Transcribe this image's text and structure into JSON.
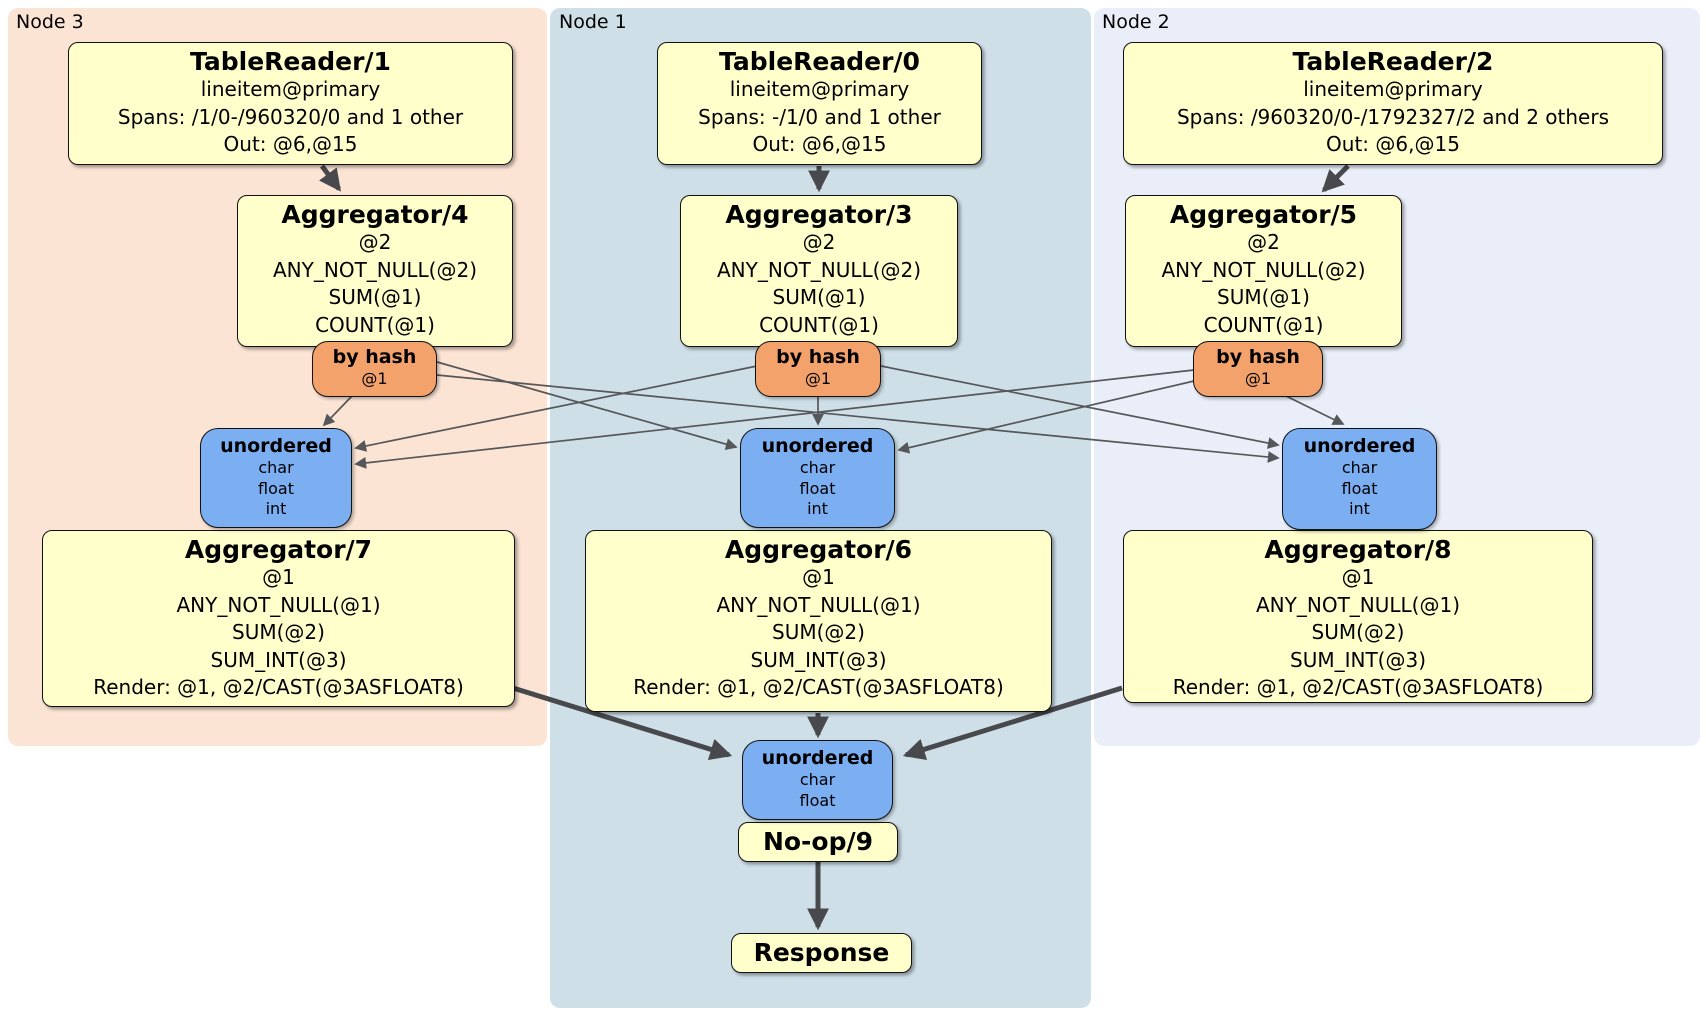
{
  "panels": {
    "node3": {
      "label": "Node 3"
    },
    "node1": {
      "label": "Node 1"
    },
    "node2": {
      "label": "Node 2"
    }
  },
  "processors": {
    "tablereader1": {
      "title": "TableReader/1",
      "lines": [
        "lineitem@primary",
        "Spans: /1/0-/960320/0 and 1 other",
        "Out: @6,@15"
      ]
    },
    "tablereader0": {
      "title": "TableReader/0",
      "lines": [
        "lineitem@primary",
        "Spans: -/1/0 and 1 other",
        "Out: @6,@15"
      ]
    },
    "tablereader2": {
      "title": "TableReader/2",
      "lines": [
        "lineitem@primary",
        "Spans: /960320/0-/1792327/2 and 2 others",
        "Out: @6,@15"
      ]
    },
    "aggregator4": {
      "title": "Aggregator/4",
      "lines": [
        "@2",
        "ANY_NOT_NULL(@2)",
        "SUM(@1)",
        "COUNT(@1)"
      ]
    },
    "aggregator3": {
      "title": "Aggregator/3",
      "lines": [
        "@2",
        "ANY_NOT_NULL(@2)",
        "SUM(@1)",
        "COUNT(@1)"
      ]
    },
    "aggregator5": {
      "title": "Aggregator/5",
      "lines": [
        "@2",
        "ANY_NOT_NULL(@2)",
        "SUM(@1)",
        "COUNT(@1)"
      ]
    },
    "aggregator7": {
      "title": "Aggregator/7",
      "lines": [
        "@1",
        "ANY_NOT_NULL(@1)",
        "SUM(@2)",
        "SUM_INT(@3)",
        "Render: @1, @2/CAST(@3ASFLOAT8)"
      ]
    },
    "aggregator6": {
      "title": "Aggregator/6",
      "lines": [
        "@1",
        "ANY_NOT_NULL(@1)",
        "SUM(@2)",
        "SUM_INT(@3)",
        "Render: @1, @2/CAST(@3ASFLOAT8)"
      ]
    },
    "aggregator8": {
      "title": "Aggregator/8",
      "lines": [
        "@1",
        "ANY_NOT_NULL(@1)",
        "SUM(@2)",
        "SUM_INT(@3)",
        "Render: @1, @2/CAST(@3ASFLOAT8)"
      ]
    },
    "noop": {
      "title": "No-op/9"
    },
    "response": {
      "title": "Response"
    }
  },
  "routers": {
    "byhash3": {
      "title": "by hash",
      "subtitle": "@1"
    },
    "byhash1": {
      "title": "by hash",
      "subtitle": "@1"
    },
    "byhash2": {
      "title": "by hash",
      "subtitle": "@1"
    }
  },
  "syncs": {
    "unordered3": {
      "title": "unordered",
      "lines": [
        "char",
        "float",
        "int"
      ]
    },
    "unordered1": {
      "title": "unordered",
      "lines": [
        "char",
        "float",
        "int"
      ]
    },
    "unordered2": {
      "title": "unordered",
      "lines": [
        "char",
        "float",
        "int"
      ]
    },
    "unorderedFinal": {
      "title": "unordered",
      "lines": [
        "char",
        "float"
      ]
    }
  },
  "colors": {
    "node3_panel": "#fce4d4",
    "node1_panel": "#cfdfe8",
    "node2_panel": "#eaeef8",
    "processor_fill": "#ffffcc",
    "router_fill": "#f3a26c",
    "sync_fill": "#7caef2",
    "edge": "#47494d"
  }
}
